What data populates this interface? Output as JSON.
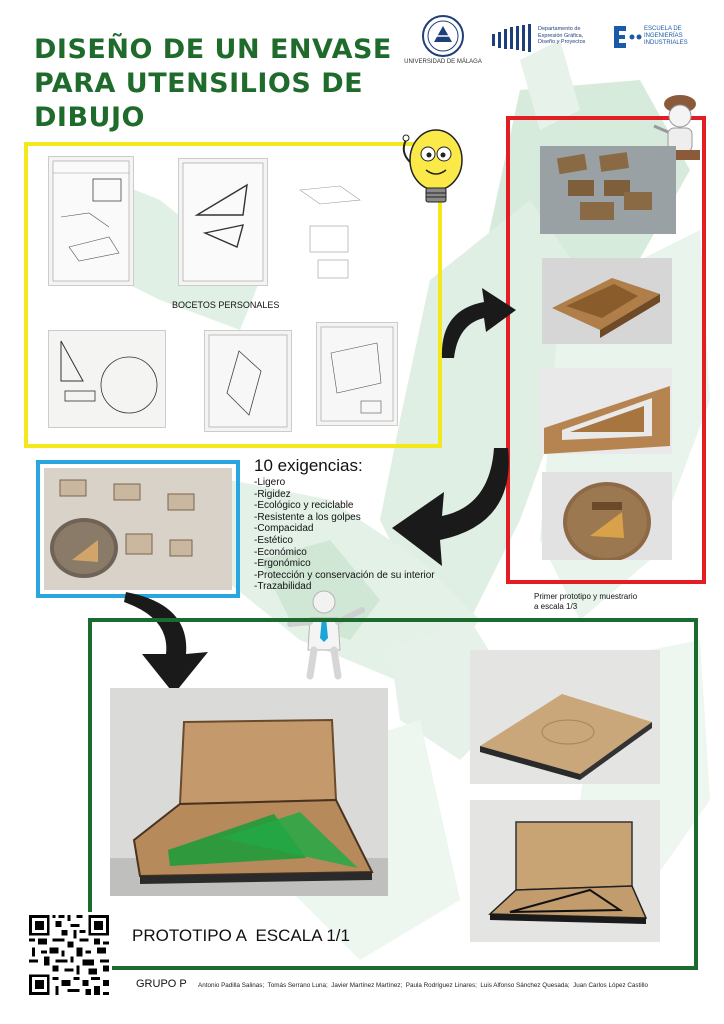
{
  "title": {
    "line1": "DISEÑO DE UN ENVASE",
    "line2": "PARA UTENSILIOS DE",
    "line3": "DIBUJO"
  },
  "logos": {
    "university": "UNIVERSIDAD DE MÁLAGA",
    "department": [
      "Departamento de",
      "Expresión Gráfica,",
      "Diseño y Proyectos"
    ],
    "school": [
      "ESCUELA DE",
      "INGENIERÍAS",
      "INDUSTRIALES"
    ]
  },
  "sketches_label": "BOCETOS PERSONALES",
  "requirements": {
    "heading": "10 exigencias:",
    "items": [
      "-Ligero",
      "-Rigidez",
      "-Ecológico y reciclable",
      "-Resistente a los golpes",
      "-Compacidad",
      "-Estético",
      "-Económico",
      "-Ergonómico",
      "-Protección y conservación de su interior",
      "-Trazabilidad"
    ]
  },
  "prototype_caption": [
    "Primer prototipo y muestrario",
    "a escala 1/3"
  ],
  "final_title": "PROTOTIPO A  ESCALA 1/1",
  "group": {
    "label": "GRUPO P",
    "members": "Antonio Padilla Salinas;  Tomás Serrano Luna;  Javier Martínez Martínez;  Paula Rodríguez Linares;  Luis Alfonso Sánchez Quesada;  Juan Carlos López Castillo"
  },
  "colors": {
    "title": "#1f6b2c",
    "yellow_frame": "#f4e81a",
    "red_frame": "#e31d24",
    "blue_frame": "#29a6e0",
    "green_frame": "#1b6b2f",
    "background_shape": "#cfe6d5"
  }
}
